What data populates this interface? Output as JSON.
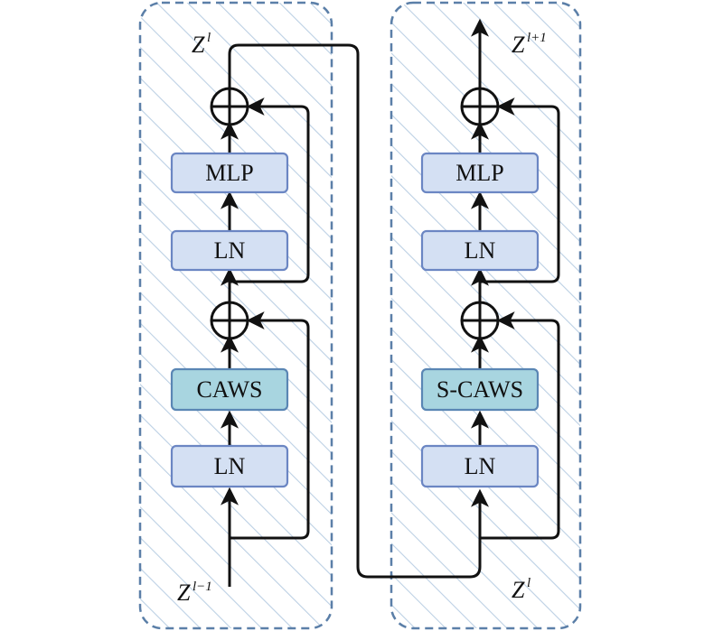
{
  "left_block": {
    "input_label": "Z",
    "input_sup": "l−1",
    "output_label": "Z",
    "output_sup": "l",
    "boxes": {
      "mlp": "MLP",
      "ln_top": "LN",
      "attention": "CAWS",
      "ln_bottom": "LN"
    }
  },
  "right_block": {
    "input_label": "Z",
    "input_sup": "l",
    "output_label": "Z",
    "output_sup": "l+1",
    "boxes": {
      "mlp": "MLP",
      "ln_top": "LN",
      "attention": "S-CAWS",
      "ln_bottom": "LN"
    }
  },
  "colors": {
    "dashed_border": "#5b7fa8",
    "hatch": "#bcd0e4",
    "light_box_fill": "#d4e0f3",
    "light_box_stroke": "#6b86c3",
    "attn_box_fill": "#a8d5e0",
    "attn_box_stroke": "#5a86b4",
    "line": "#111111"
  }
}
